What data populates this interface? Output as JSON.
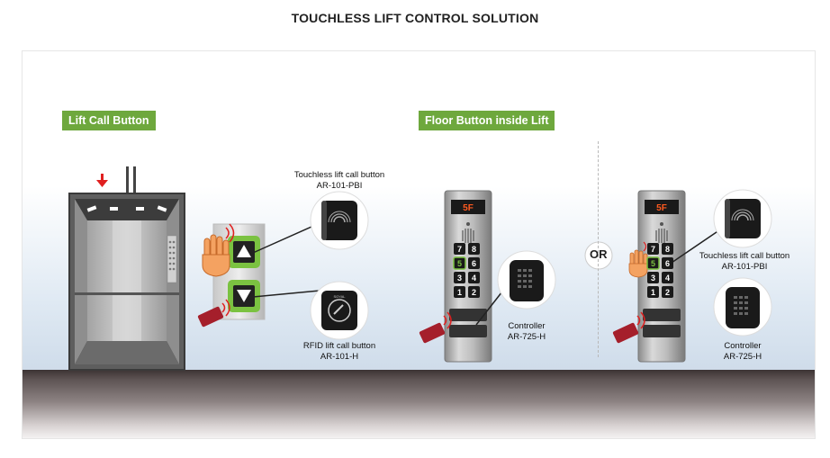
{
  "title": "TOUCHLESS LIFT CONTROL SOLUTION",
  "sections": {
    "lift_call": "Lift Call Button",
    "floor_button": "Floor Button inside Lift"
  },
  "labels": {
    "touchless_call_1": "Touchless lift call button",
    "touchless_call_1_model": "AR-101-PBI",
    "rfid_call": "RFID lift call button",
    "rfid_call_model": "AR-101-H",
    "controller_1": "Controller",
    "controller_1_model": "AR-725-H",
    "touchless_call_2": "Touchless lift call button",
    "touchless_call_2_model": "AR-101-PBI",
    "controller_2": "Controller",
    "controller_2_model": "AR-725-H",
    "or": "OR"
  },
  "panel_display": {
    "floor_1": "5F",
    "floor_2": "5F"
  },
  "keypad_keys": [
    "7",
    "8",
    "5",
    "6",
    "3",
    "4",
    "1",
    "2"
  ],
  "colors": {
    "section_green": "#6ea83d",
    "call_button_green": "#7bc241",
    "display_orange": "#ff5a1f",
    "card_red": "#a51f2b",
    "arrow_red": "#e02020"
  }
}
